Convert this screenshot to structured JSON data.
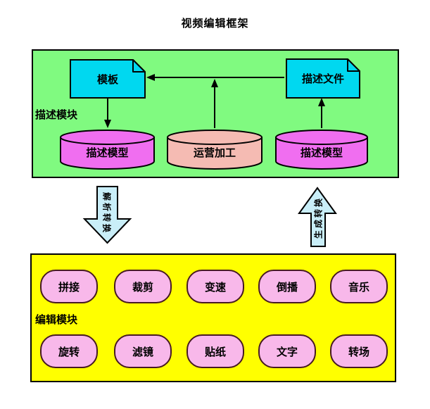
{
  "title": "视频编辑框架",
  "colors": {
    "green": "#80fa80",
    "yellow": "#ffff00",
    "cyan": "#00d8f0",
    "magenta": "#f06ef0",
    "salmon": "#f5bbb3",
    "arrow_cyan": "#c9eef8",
    "button_pink": "#f8b8ea",
    "button_border": "#471a22"
  },
  "description_module": {
    "label": "描述模块",
    "template_doc": "模板",
    "description_file_doc": "描述文件",
    "model_left": "描述模型",
    "processing": "运营加工",
    "model_right": "描述模型"
  },
  "transforms": {
    "parse_down": "解析转换",
    "generate_up": "生成转换"
  },
  "edit_module": {
    "label": "编辑模块",
    "buttons": [
      "拼接",
      "裁剪",
      "变速",
      "倒播",
      "音乐",
      "旋转",
      "滤镜",
      "贴纸",
      "文字",
      "转场"
    ]
  }
}
